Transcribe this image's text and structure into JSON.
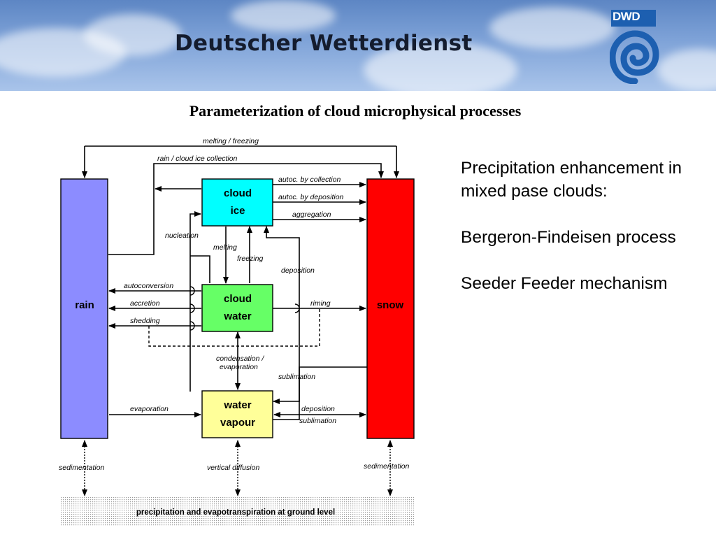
{
  "header": {
    "brand": "Deutscher Wetterdienst",
    "logo_text": "DWD",
    "logo_icon": "dwd-spiral-logo",
    "bg_color": "#7fa3d8"
  },
  "title": "Parameterization of cloud microphysical processes",
  "side_text": {
    "p1": "Precipitation enhancement in mixed pase clouds:",
    "p2": "Bergeron-Findeisen process",
    "p3": "Seeder Feeder mechanism"
  },
  "diagram": {
    "nodes": {
      "rain": "rain",
      "snow": "snow",
      "cloud_ice_1": "cloud",
      "cloud_ice_2": "ice",
      "cloud_water_1": "cloud",
      "cloud_water_2": "water",
      "vapour_1": "water",
      "vapour_2": "vapour",
      "ground": "precipitation and evapotranspiration at ground level"
    },
    "colors": {
      "rain": "#8c8cff",
      "snow": "#ff0000",
      "cloud_ice": "#00ffff",
      "cloud_water": "#66ff66",
      "vapour": "#ffff99"
    },
    "labels": {
      "melting_freezing": "melting / freezing",
      "rain_cloud_ice": "rain / cloud ice collection",
      "autoc_collection": "autoc. by collection",
      "autoc_deposition": "autoc. by deposition",
      "aggregation": "aggregation",
      "nucleation": "nucleation",
      "melting": "melting",
      "freezing": "freezing",
      "deposition_ice": "deposition",
      "autoconversion": "autoconversion",
      "accretion": "accretion",
      "shedding": "shedding",
      "riming": "riming",
      "condensation": "condensation /",
      "evaporation_cw": "evaporation",
      "sublimation_ice": "sublimation",
      "evaporation": "evaporation",
      "deposition_snow": "deposition",
      "sublimation_snow": "sublimation",
      "sedimentation_rain": "sedimentation",
      "vertical_diffusion": "vertical diffusion",
      "sedimentation_snow": "sedimentation"
    }
  }
}
